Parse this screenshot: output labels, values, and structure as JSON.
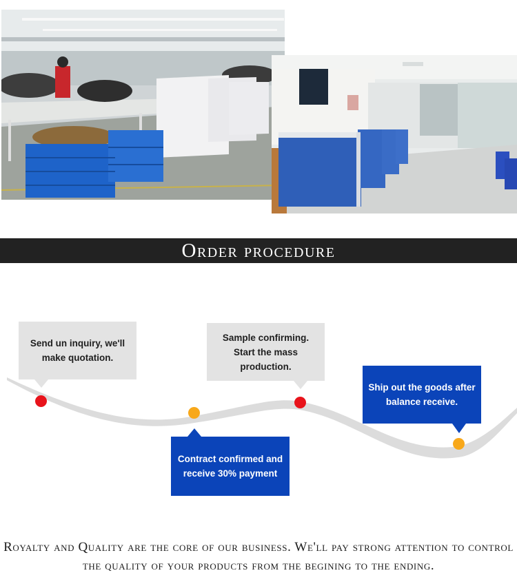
{
  "banner": {
    "title": "Order procedure"
  },
  "steps": [
    {
      "text": "Send un inquiry, we'll\nmake quotation.",
      "style": "gray"
    },
    {
      "text": "Contract confirmed and\nreceive 30% payment",
      "style": "blue"
    },
    {
      "text": "Sample confirming.\nStart the mass production.",
      "style": "gray"
    },
    {
      "text": "Ship out the goods after\nbalance receive.",
      "style": "blue"
    }
  ],
  "colors": {
    "banner_bg": "#222222",
    "gray_box": "#e3e3e3",
    "blue_box": "#0b44b9",
    "dot_red": "#e8131b",
    "dot_orange": "#f8a81a",
    "curve": "#dcdcdc"
  },
  "footer": {
    "line1": "Royalty and Quality are the core of our business. We'll pay strong attention to control",
    "line2": "the quality of your products  from the begining to the ending."
  }
}
